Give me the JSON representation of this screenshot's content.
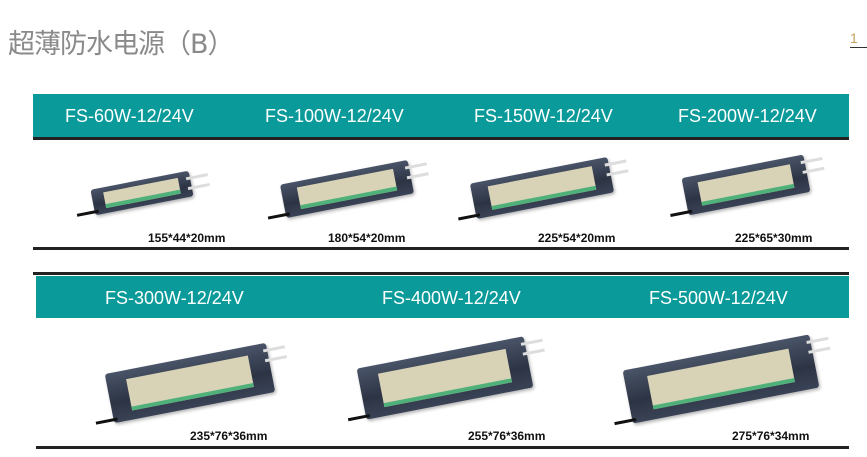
{
  "title": "超薄防水电源（B）",
  "page_number": "1",
  "row1": [
    {
      "model": "FS-60W-12/24V",
      "size": "155*44*20mm"
    },
    {
      "model": "FS-100W-12/24V",
      "size": "180*54*20mm"
    },
    {
      "model": "FS-150W-12/24V",
      "size": "225*54*20mm"
    },
    {
      "model": "FS-200W-12/24V",
      "size": "225*65*30mm"
    }
  ],
  "row2": [
    {
      "model": "FS-300W-12/24V",
      "size": "235*76*36mm"
    },
    {
      "model": "FS-400W-12/24V",
      "size": "255*76*36mm"
    },
    {
      "model": "FS-500W-12/24V",
      "size": "275*76*34mm"
    }
  ],
  "colors": {
    "header": "#0b9a9a"
  }
}
